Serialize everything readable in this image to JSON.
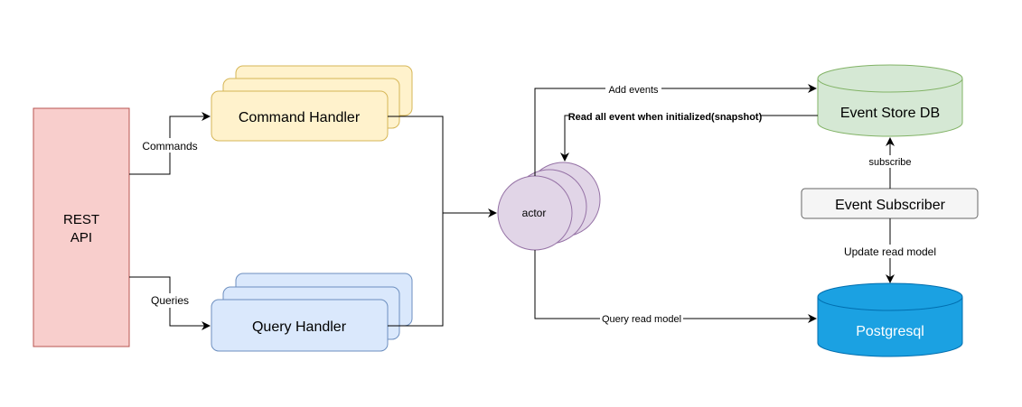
{
  "nodes": {
    "rest_api": {
      "line1": "REST",
      "line2": "API"
    },
    "command_handler": {
      "label": "Command Handler"
    },
    "query_handler": {
      "label": "Query Handler"
    },
    "actor": {
      "label": "actor"
    },
    "event_store": {
      "label": "Event Store DB"
    },
    "event_subscriber": {
      "label": "Event Subscriber"
    },
    "postgresql": {
      "label": "Postgresql"
    }
  },
  "edges": {
    "commands": "Commands",
    "queries": "Queries",
    "add_events": "Add events",
    "read_all": "Read all event when initialized(snapshot)",
    "query_read_model": "Query read model",
    "subscribe": "subscribe",
    "update_read_model": "Update read model"
  },
  "colors": {
    "rest_fill": "#f8cecc",
    "rest_stroke": "#b85450",
    "cmd_fill": "#fff2cc",
    "cmd_stroke": "#d6b656",
    "qry_fill": "#dae8fc",
    "qry_stroke": "#6c8ebf",
    "actor_fill": "#e1d5e7",
    "actor_stroke": "#9673a6",
    "es_fill": "#d5e8d4",
    "es_stroke": "#82b366",
    "sub_fill": "#f5f5f5",
    "sub_stroke": "#666666",
    "pg_fill": "#1ba1e2",
    "pg_stroke": "#006eaf"
  }
}
